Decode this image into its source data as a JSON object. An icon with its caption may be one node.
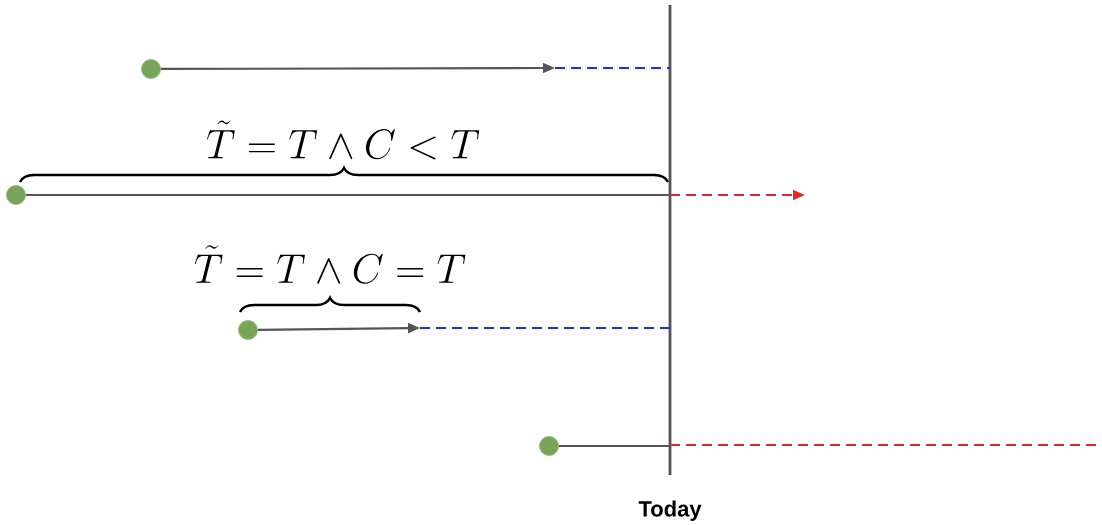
{
  "diagram": {
    "nodes": [
      {
        "text": [],
        "shape": "circle"
      },
      {
        "text": [],
        "shape": "circle"
      },
      {
        "text": [],
        "shape": "circle"
      },
      {
        "text": [],
        "shape": "circle"
      },
      {
        "text": [
          "Today"
        ]
      }
    ],
    "edges": [
      {
        "from": 0,
        "to": null,
        "arrow": "to"
      },
      {
        "from": null,
        "to": 4,
        "arrow": "none",
        "style": "dashed",
        "color": "#1f2ff0"
      },
      {
        "from": 1,
        "to": 4,
        "arrow": "none"
      },
      {
        "from": 4,
        "to": null,
        "arrow": "to",
        "style": "dashed",
        "color": "#e8271f"
      },
      {
        "from": 2,
        "to": null,
        "arrow": "to"
      },
      {
        "from": null,
        "to": 4,
        "arrow": "none",
        "style": "dashed",
        "color": "#1f2ff0"
      },
      {
        "from": 3,
        "to": 4,
        "arrow": "none"
      },
      {
        "from": 4,
        "to": null,
        "arrow": "none",
        "style": "dashed",
        "color": "#e8271f"
      }
    ],
    "labels": [
      "\\tilde{T} = T \\wedge C < T",
      "\\tilde{T} = T \\wedge C = T"
    ]
  }
}
